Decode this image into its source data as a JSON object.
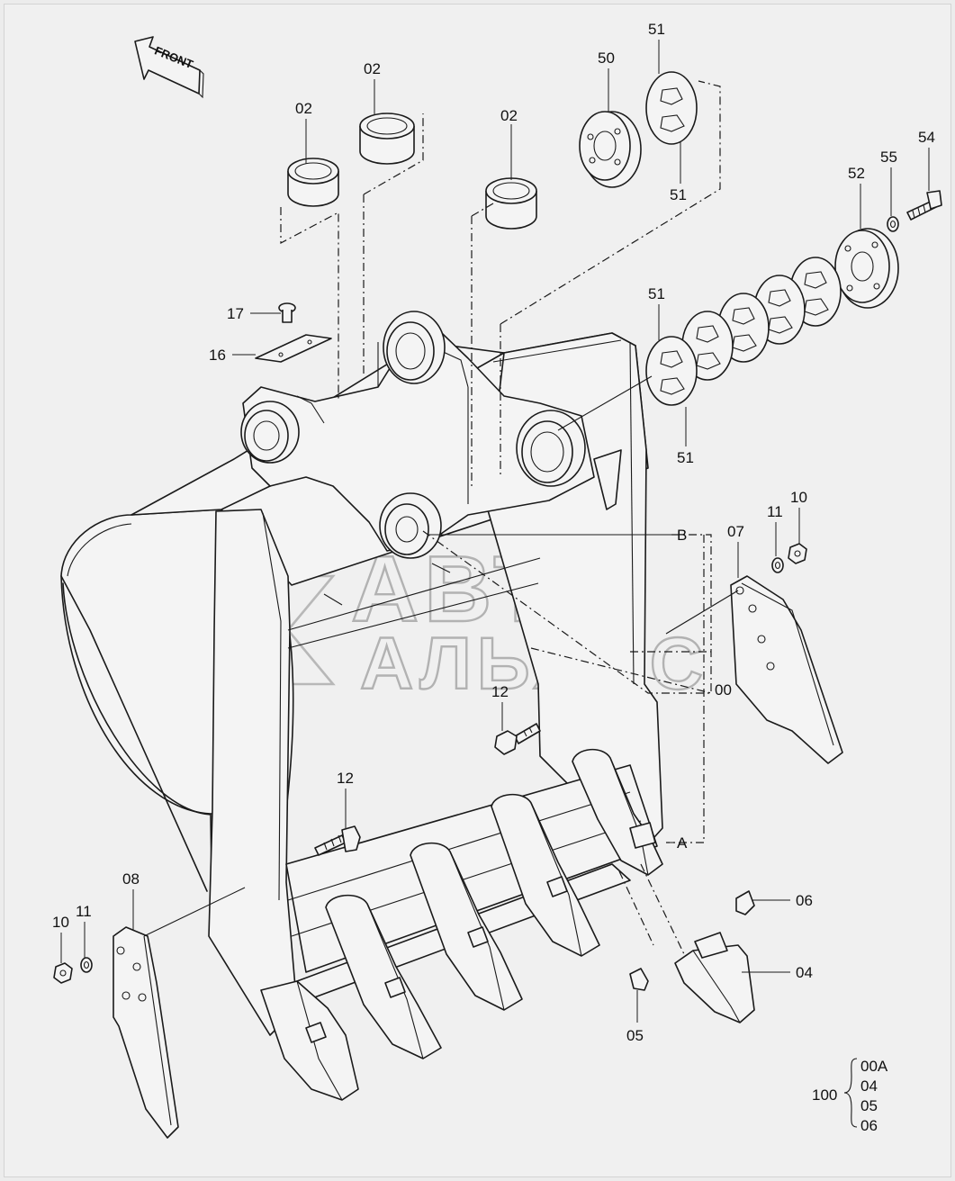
{
  "front_arrow": {
    "label": "FRONT"
  },
  "watermark": {
    "line1": "АВТО",
    "line2": "АЛЬЯНС"
  },
  "callouts": {
    "c02a": "02",
    "c02b": "02",
    "c02c": "02",
    "c50": "50",
    "c51a": "51",
    "c51b": "51",
    "c51c": "51",
    "c51d": "51",
    "c52": "52",
    "c54": "54",
    "c55": "55",
    "c17": "17",
    "c16": "16",
    "c07": "07",
    "c10r": "10",
    "c11r": "11",
    "c12a": "12",
    "c12b": "12",
    "cB": "B",
    "c00": "00",
    "cA": "A",
    "c08": "08",
    "c10l": "10",
    "c11l": "11",
    "c06": "06",
    "c04": "04",
    "c05": "05"
  },
  "kit": {
    "number": "100",
    "items": [
      "00A",
      "04",
      "05",
      "06"
    ]
  }
}
